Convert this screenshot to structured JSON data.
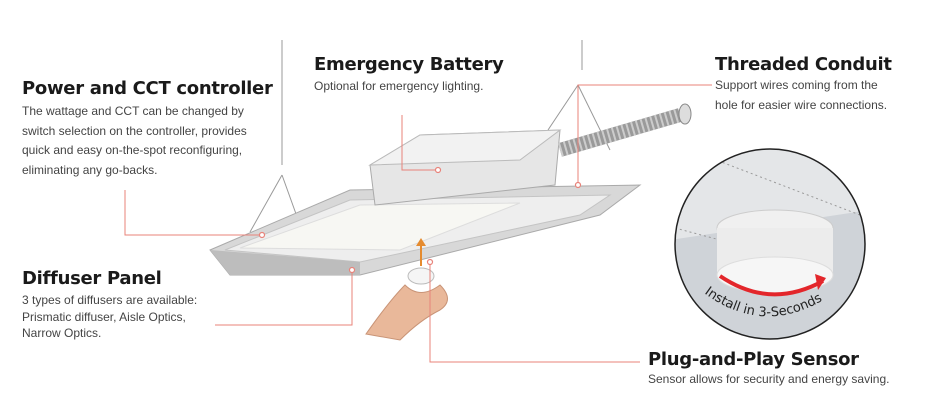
{
  "callouts": {
    "power": {
      "title": "Power and CCT controller",
      "lines": [
        "The wattage and CCT can be changed by",
        "switch selection on the controller, provides",
        "quick and easy on-the-spot reconfiguring,",
        "eliminating any go-backs."
      ]
    },
    "battery": {
      "title": "Emergency Battery",
      "lines": [
        "Optional for emergency lighting."
      ]
    },
    "conduit": {
      "title": "Threaded Conduit",
      "lines": [
        "Support wires coming from the",
        "hole for easier wire connections."
      ]
    },
    "diffuser": {
      "title": "Diffuser Panel",
      "lines": [
        "3 types of diffusers are available:",
        "Prismatic diffuser, Aisle Optics,",
        "Narrow Optics."
      ]
    },
    "sensor": {
      "title": "Plug-and-Play Sensor",
      "lines": [
        "Sensor allows for security and energy saving."
      ]
    }
  },
  "inset": {
    "label": "Install in 3-Seconds"
  },
  "colors": {
    "leader": "#e8837a",
    "arrow": "#e3262b"
  }
}
